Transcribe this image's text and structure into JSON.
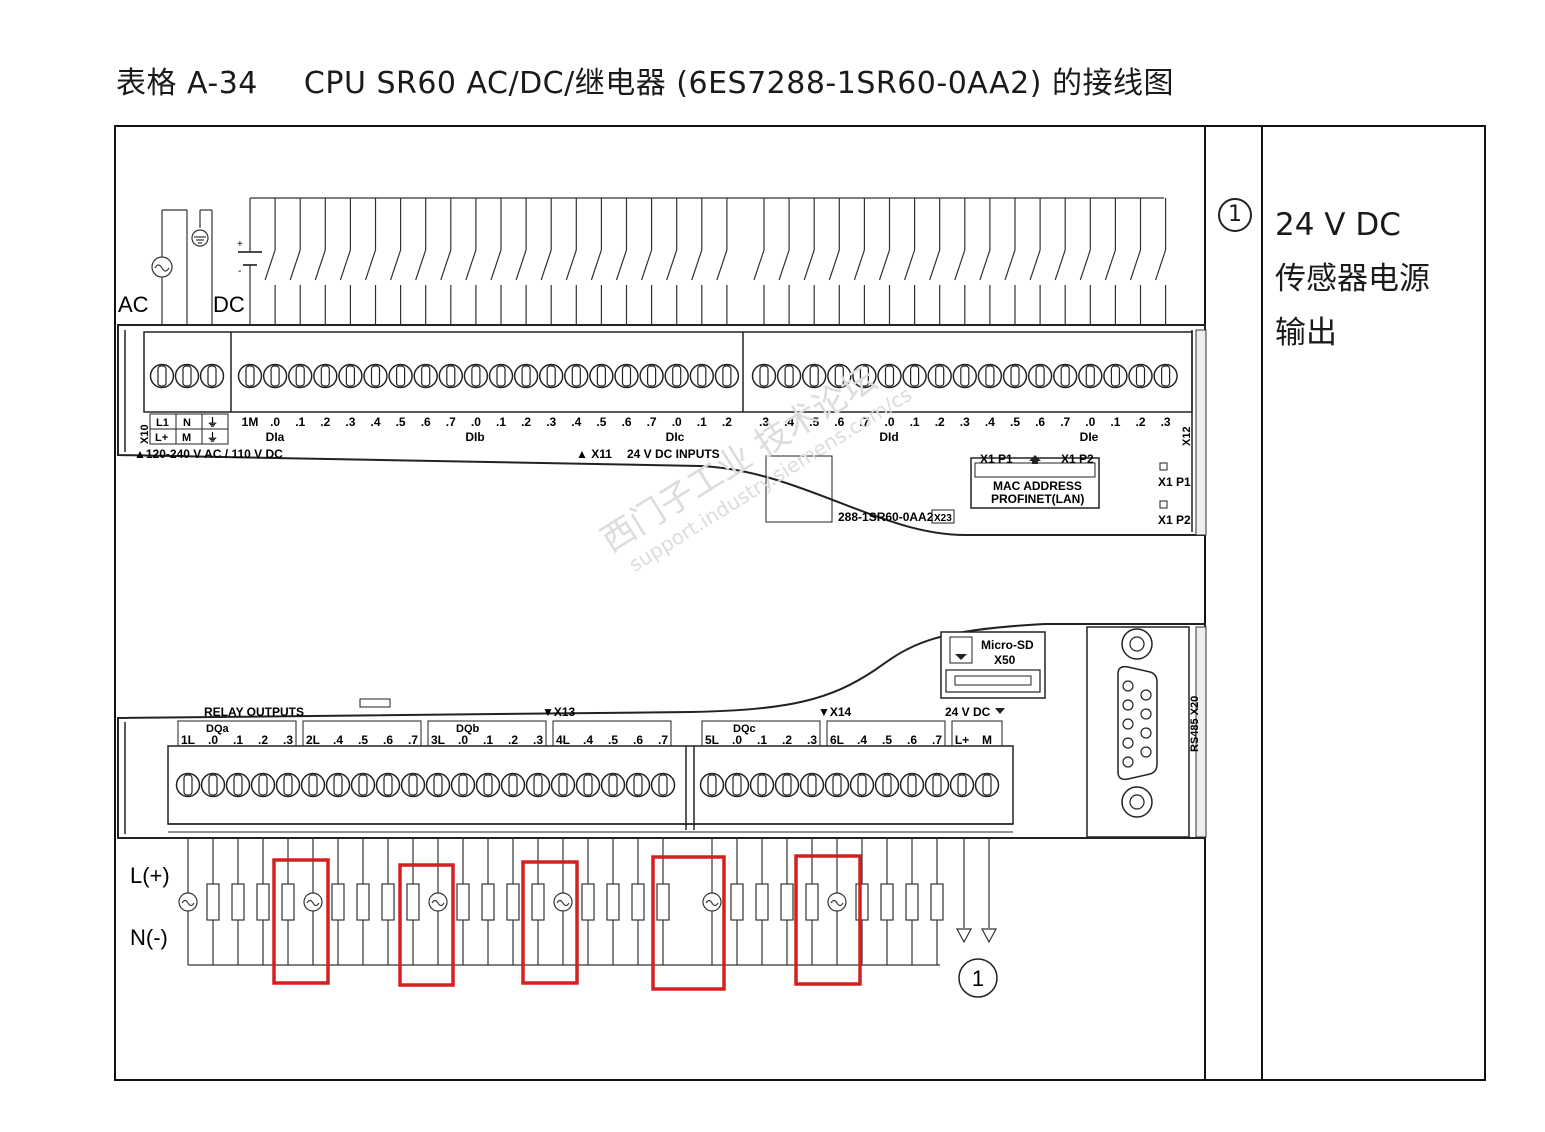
{
  "caption": {
    "table_label": "表格 A-34",
    "title": "CPU SR60 AC/DC/继电器 (6ES7288-1SR60-0AA2) 的接线图"
  },
  "legend": {
    "number": "1",
    "line1": "24 V DC",
    "line2": "传感器电源",
    "line3": "输出"
  },
  "watermark": {
    "text_cn": "西门子工业 技术论坛",
    "text_url": "support.industry.siemens.com/cs"
  },
  "top": {
    "ac_label": "AC",
    "dc_label": "DC",
    "plus": "+",
    "minus": "-",
    "x10": "X10",
    "x12": "X12",
    "power_terms_top": [
      "L1",
      "N",
      "⏚"
    ],
    "power_terms_bottom": [
      "L+",
      "M",
      "⏚"
    ],
    "power_spec": "▲120-240 V AC / 110 V DC",
    "input_labels": [
      "1M",
      ".0",
      ".1",
      ".2",
      ".3",
      ".4",
      ".5",
      ".6",
      ".7",
      ".0",
      ".1",
      ".2",
      ".3",
      ".4",
      ".5",
      ".6",
      ".7",
      ".0",
      ".1",
      ".2",
      ".3",
      ".4",
      ".5",
      ".6",
      ".7",
      ".0",
      ".1",
      ".2",
      ".3",
      ".4",
      ".5",
      ".6",
      ".7",
      ".0",
      ".1",
      ".2",
      ".3"
    ],
    "group_labels": [
      "DIa",
      "DIb",
      "DIc",
      "DId",
      "DIe"
    ],
    "x11_label": "▲ X11",
    "inputs_label": "24 V DC INPUTS",
    "part_number": "288-1SR60-0AA2",
    "version_box": "X23",
    "port_box": {
      "p1": "X1 P1",
      "p2": "X1 P2",
      "mac": "MAC ADDRESS",
      "profinet": "PROFINET(LAN)"
    },
    "port_side": {
      "p1": "X1 P1",
      "p2": "X1 P2"
    }
  },
  "bottom": {
    "relay_outputs": "RELAY OUTPUTS",
    "x13": "▼X13",
    "x14": "▼X14",
    "dq_groups": [
      "DQa",
      "DQb",
      "DQc"
    ],
    "dc24": "24 V DC",
    "output_labels": [
      "1L",
      ".0",
      ".1",
      ".2",
      ".3",
      "2L",
      ".4",
      ".5",
      ".6",
      ".7",
      "3L",
      ".0",
      ".1",
      ".2",
      ".3",
      "4L",
      ".4",
      ".5",
      ".6",
      ".7",
      "5L",
      ".0",
      ".1",
      ".2",
      ".3",
      "6L",
      ".4",
      ".5",
      ".6",
      ".7",
      "L+",
      "M"
    ],
    "microsd": "Micro-SD",
    "x50": "X50",
    "rs485": "RS485  X20",
    "l_plus": "L(+)",
    "n_minus": "N(-)",
    "callout": "1"
  },
  "highlight_color": "#d42020"
}
